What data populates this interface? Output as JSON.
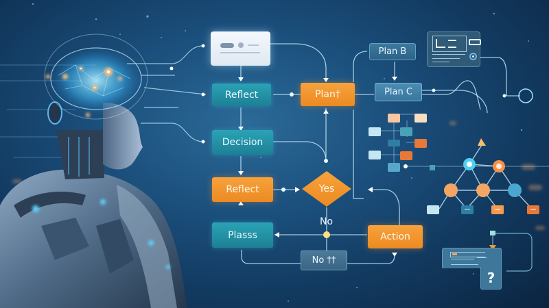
{
  "scene": {
    "description": "AI humanoid robot with glowing brain beside a decision flowchart",
    "colors": {
      "background_dark": "#0b2440",
      "background_mid": "#1b4f7c",
      "teal_node": "#2aa3b5",
      "orange_node": "#f29532",
      "steel_node": "#3d7a9e",
      "glow": "#8fe3ff"
    }
  },
  "flowchart": {
    "nodes": {
      "reflect_top": "Reflect",
      "plan_plus": "Plan†",
      "plan_b": "Plan B",
      "plan_c": "Plan C",
      "decision": "Decision",
      "reflect_bottom": "Reflect",
      "yes": "Yes",
      "no": "No",
      "plasss": "Plasss",
      "action": "Action",
      "no_plus": "No ††"
    },
    "question_card": {
      "symbol": "?"
    }
  }
}
